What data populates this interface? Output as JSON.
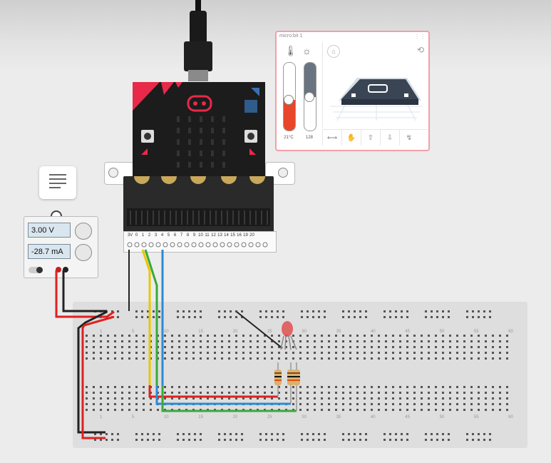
{
  "simulator": {
    "title": "micro:bit 1",
    "temperature_label": "21°C",
    "temperature_level": 0.45,
    "light_label": "128",
    "light_level": 0.5,
    "gestures": [
      "shake-icon",
      "tilt-hand-icon",
      "screen-up-icon",
      "screen-down-icon",
      "freefall-icon"
    ]
  },
  "power_supply": {
    "voltage": "3.00 V",
    "current": "-28.7 mA"
  },
  "breakout": {
    "pins": [
      "3V",
      "0",
      "1",
      "2",
      "3",
      "4",
      "5",
      "6",
      "7",
      "8",
      "9",
      "10",
      "11",
      "12",
      "13",
      "14",
      "15",
      "16",
      "19",
      "20"
    ]
  },
  "breadboard": {
    "column_numbers": [
      "1",
      "5",
      "10",
      "15",
      "20",
      "25",
      "30",
      "35",
      "40",
      "45",
      "50",
      "55",
      "60"
    ]
  },
  "colors": {
    "led": "#e05050",
    "wire_red": "#e02020",
    "wire_yellow": "#e8c800",
    "wire_green": "#3aa83a",
    "wire_blue": "#2a8ad8",
    "microbit_accent": "#e8294a"
  }
}
